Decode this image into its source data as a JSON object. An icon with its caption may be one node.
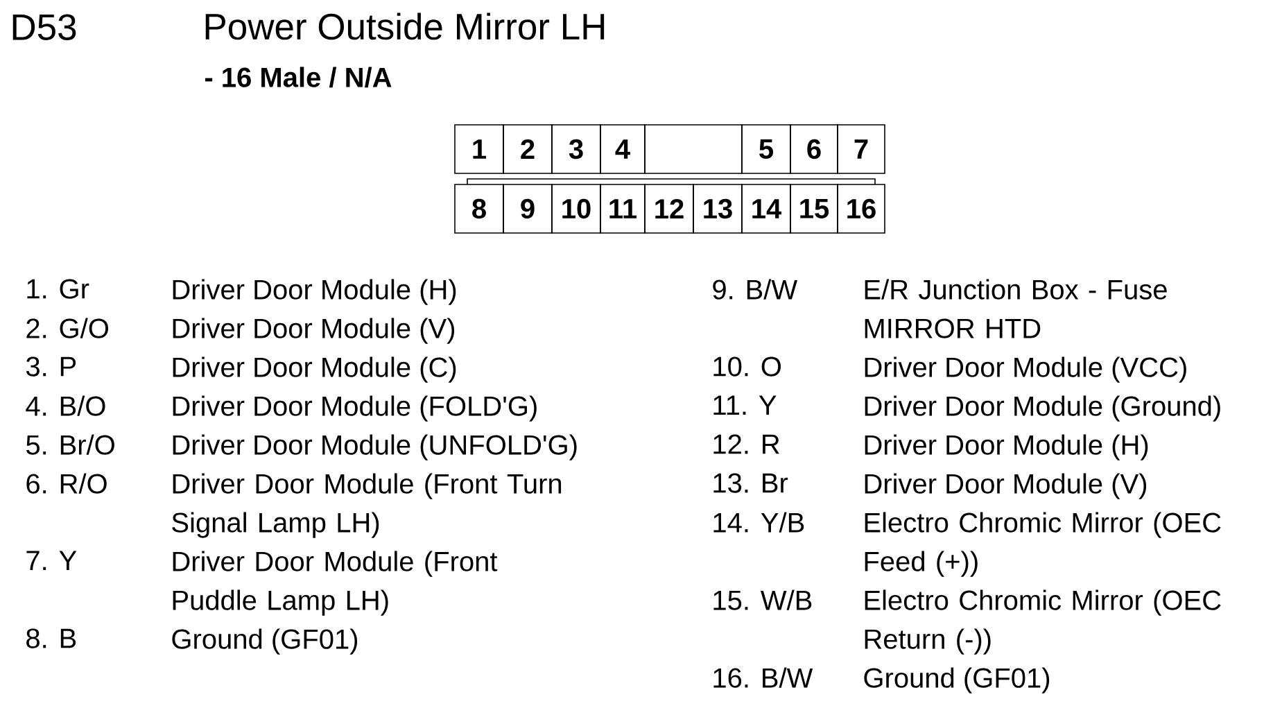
{
  "diagram": {
    "title": "Power Outside Mirror LH",
    "nodes": [
      {
        "text": [
          "1"
        ]
      },
      {
        "text": [
          "2"
        ]
      },
      {
        "text": [
          "3"
        ]
      },
      {
        "text": [
          "4"
        ]
      },
      {
        "text": [],
        "shape": "box"
      },
      {
        "text": [
          "5"
        ]
      },
      {
        "text": [
          "6"
        ]
      },
      {
        "text": [
          "7"
        ]
      },
      {
        "text": [
          "8"
        ]
      },
      {
        "text": [
          "9"
        ]
      },
      {
        "text": [
          "10"
        ]
      },
      {
        "text": [
          "11"
        ]
      },
      {
        "text": [
          "12"
        ]
      },
      {
        "text": [
          "13"
        ]
      },
      {
        "text": [
          "14"
        ]
      },
      {
        "text": [
          "15"
        ]
      },
      {
        "text": [
          "16"
        ]
      }
    ],
    "labels": [
      "D53",
      "- 16 Male / N/A",
      "1. Gr",
      "Driver Door Module (H)",
      "2. G/O",
      "Driver Door Module (V)",
      "3. P",
      "Driver Door Module (C)",
      "4. B/O",
      "Driver Door Module (FOLD'G)",
      "5. Br/O",
      "Driver Door Module (UNFOLD'G)",
      "6. R/O",
      "Driver Door Module (Front Turn Signal Lamp LH)",
      "7. Y",
      "Driver Door Module (Front Puddle Lamp LH)",
      "8. B",
      "Ground (GF01)",
      "9. B/W",
      "E/R Junction Box - Fuse MIRROR HTD",
      "10. O",
      "Driver Door Module (VCC)",
      "11. Y",
      "Driver Door Module (Ground)",
      "12. R",
      "Driver Door Module (H)",
      "13. Br",
      "Driver Door Module (V)",
      "14. Y/B",
      "Electro Chromic Mirror (OEC Feed (+))",
      "15. W/B",
      "Electro Chromic Mirror (OEC Return (-))",
      "16. B/W",
      "Ground (GF01)"
    ]
  }
}
